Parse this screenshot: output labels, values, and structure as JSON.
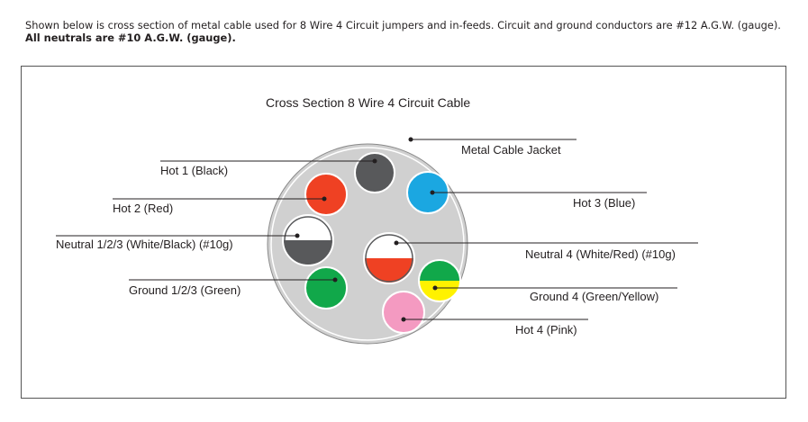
{
  "intro": {
    "text": "Shown below is cross section of metal cable used for 8 Wire 4 Circuit jumpers and in-feeds. Circuit and ground conductors are #12 A.G.W. (gauge).",
    "bold": "All neutrals are #10 A.G.W. (gauge)."
  },
  "diagram": {
    "title": "Cross Section  8 Wire 4 Circuit Cable",
    "labels": {
      "jacket": "Metal Cable Jacket",
      "hot1": "Hot 1 (Black)",
      "hot2": "Hot 2 (Red)",
      "hot3": "Hot 3 (Blue)",
      "hot4": "Hot 4 (Pink)",
      "neutral123": "Neutral 1/2/3 (White/Black) (#10g)",
      "neutral4": "Neutral 4 (White/Red) (#10g)",
      "ground123": "Ground 1/2/3 (Green)",
      "ground4": "Ground 4 (Green/Yellow)"
    }
  },
  "colors": {
    "jacket": "#cfcfcf",
    "black": "#58595b",
    "red": "#ef4123",
    "blue": "#1ba7e1",
    "white": "#ffffff",
    "green": "#11a84a",
    "yellow": "#fff200",
    "pink": "#f49ac1"
  }
}
